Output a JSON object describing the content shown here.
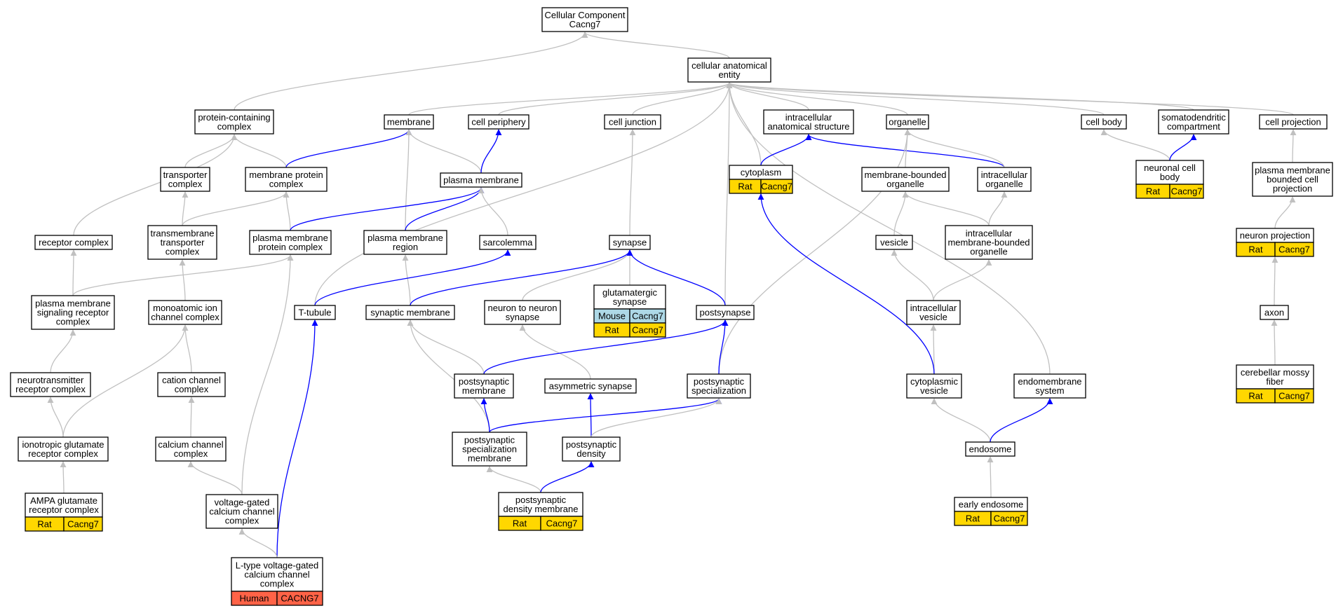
{
  "colors": {
    "edge_gray": "#c0c0c0",
    "edge_blue": "#0000ff",
    "rat": "#ffd700",
    "mouse": "#add8e6",
    "human": "#ff6347"
  },
  "nodes": [
    {
      "id": "root",
      "lines": [
        "Cellular Component",
        "Cacng7"
      ]
    },
    {
      "id": "cae",
      "lines": [
        "cellular anatomical",
        "entity"
      ]
    },
    {
      "id": "pcc",
      "lines": [
        "protein-containing",
        "complex"
      ]
    },
    {
      "id": "mem",
      "lines": [
        "membrane"
      ]
    },
    {
      "id": "cper",
      "lines": [
        "cell periphery"
      ]
    },
    {
      "id": "cjun",
      "lines": [
        "cell junction"
      ]
    },
    {
      "id": "ias",
      "lines": [
        "intracellular",
        "anatomical structure"
      ]
    },
    {
      "id": "org",
      "lines": [
        "organelle"
      ]
    },
    {
      "id": "cbody",
      "lines": [
        "cell body"
      ]
    },
    {
      "id": "sdc",
      "lines": [
        "somatodendritic",
        "compartment"
      ]
    },
    {
      "id": "cproj",
      "lines": [
        "cell projection"
      ]
    },
    {
      "id": "trc",
      "lines": [
        "transporter",
        "complex"
      ]
    },
    {
      "id": "mpc",
      "lines": [
        "membrane protein",
        "complex"
      ]
    },
    {
      "id": "pm",
      "lines": [
        "plasma membrane"
      ]
    },
    {
      "id": "cyto",
      "lines": [
        "cytoplasm"
      ],
      "anno": [
        {
          "sp": "Rat",
          "gene": "Cacng7",
          "color": "rat"
        }
      ]
    },
    {
      "id": "mbo",
      "lines": [
        "membrane-bounded",
        "organelle"
      ]
    },
    {
      "id": "io",
      "lines": [
        "intracellular",
        "organelle"
      ]
    },
    {
      "id": "ncb",
      "lines": [
        "neuronal cell",
        "body"
      ],
      "anno": [
        {
          "sp": "Rat",
          "gene": "Cacng7",
          "color": "rat"
        }
      ]
    },
    {
      "id": "pmbcp",
      "lines": [
        "plasma membrane",
        "bounded cell",
        "projection"
      ]
    },
    {
      "id": "recc",
      "lines": [
        "receptor complex"
      ]
    },
    {
      "id": "tmtc",
      "lines": [
        "transmembrane",
        "transporter",
        "complex"
      ]
    },
    {
      "id": "pmpc",
      "lines": [
        "plasma membrane",
        "protein complex"
      ]
    },
    {
      "id": "pmr",
      "lines": [
        "plasma membrane",
        "region"
      ]
    },
    {
      "id": "sarc",
      "lines": [
        "sarcolemma"
      ]
    },
    {
      "id": "syn",
      "lines": [
        "synapse"
      ]
    },
    {
      "id": "vesicle",
      "lines": [
        "vesicle"
      ]
    },
    {
      "id": "imbo",
      "lines": [
        "intracellular",
        "membrane-bounded",
        "organelle"
      ]
    },
    {
      "id": "np",
      "lines": [
        "neuron projection"
      ],
      "anno": [
        {
          "sp": "Rat",
          "gene": "Cacng7",
          "color": "rat"
        }
      ]
    },
    {
      "id": "pmsrc",
      "lines": [
        "plasma membrane",
        "signaling receptor",
        "complex"
      ]
    },
    {
      "id": "micc",
      "lines": [
        "monoatomic ion",
        "channel complex"
      ]
    },
    {
      "id": "ttub",
      "lines": [
        "T-tubule"
      ]
    },
    {
      "id": "synm",
      "lines": [
        "synaptic membrane"
      ]
    },
    {
      "id": "n2n",
      "lines": [
        "neuron to neuron",
        "synapse"
      ]
    },
    {
      "id": "glus",
      "lines": [
        "glutamatergic",
        "synapse"
      ],
      "anno": [
        {
          "sp": "Mouse",
          "gene": "Cacng7",
          "color": "mouse"
        },
        {
          "sp": "Rat",
          "gene": "Cacng7",
          "color": "rat"
        }
      ]
    },
    {
      "id": "posts",
      "lines": [
        "postsynapse"
      ]
    },
    {
      "id": "iv",
      "lines": [
        "intracellular",
        "vesicle"
      ]
    },
    {
      "id": "axon",
      "lines": [
        "axon"
      ]
    },
    {
      "id": "ntrc",
      "lines": [
        "neurotransmitter",
        "receptor complex"
      ]
    },
    {
      "id": "ccc",
      "lines": [
        "cation channel",
        "complex"
      ]
    },
    {
      "id": "psm",
      "lines": [
        "postsynaptic",
        "membrane"
      ]
    },
    {
      "id": "asyn",
      "lines": [
        "asymmetric synapse"
      ]
    },
    {
      "id": "pss",
      "lines": [
        "postsynaptic",
        "specialization"
      ]
    },
    {
      "id": "cv",
      "lines": [
        "cytoplasmic",
        "vesicle"
      ]
    },
    {
      "id": "ems",
      "lines": [
        "endomembrane",
        "system"
      ]
    },
    {
      "id": "cmf",
      "lines": [
        "cerebellar mossy",
        "fiber"
      ],
      "anno": [
        {
          "sp": "Rat",
          "gene": "Cacng7",
          "color": "rat"
        }
      ]
    },
    {
      "id": "igrc",
      "lines": [
        "ionotropic glutamate",
        "receptor complex"
      ]
    },
    {
      "id": "cacc",
      "lines": [
        "calcium channel",
        "complex"
      ]
    },
    {
      "id": "pssm",
      "lines": [
        "postsynaptic",
        "specialization",
        "membrane"
      ]
    },
    {
      "id": "psd",
      "lines": [
        "postsynaptic",
        "density"
      ]
    },
    {
      "id": "endo",
      "lines": [
        "endosome"
      ]
    },
    {
      "id": "ampa",
      "lines": [
        "AMPA glutamate",
        "receptor complex"
      ],
      "anno": [
        {
          "sp": "Rat",
          "gene": "Cacng7",
          "color": "rat"
        }
      ]
    },
    {
      "id": "vgcc",
      "lines": [
        "voltage-gated",
        "calcium channel",
        "complex"
      ]
    },
    {
      "id": "psdm",
      "lines": [
        "postsynaptic",
        "density membrane"
      ],
      "anno": [
        {
          "sp": "Rat",
          "gene": "Cacng7",
          "color": "rat"
        }
      ]
    },
    {
      "id": "eendo",
      "lines": [
        "early endosome"
      ],
      "anno": [
        {
          "sp": "Rat",
          "gene": "Cacng7",
          "color": "rat"
        }
      ]
    },
    {
      "id": "ltype",
      "lines": [
        "L-type voltage-gated",
        "calcium channel",
        "complex"
      ],
      "anno": [
        {
          "sp": "Human",
          "gene": "CACNG7",
          "color": "human"
        }
      ]
    }
  ],
  "edges": [
    {
      "from": "cae",
      "to": "root",
      "color": "edge_gray"
    },
    {
      "from": "pcc",
      "to": "root",
      "color": "edge_gray"
    },
    {
      "from": "mem",
      "to": "cae",
      "color": "edge_gray"
    },
    {
      "from": "cper",
      "to": "cae",
      "color": "edge_gray"
    },
    {
      "from": "cjun",
      "to": "cae",
      "color": "edge_gray"
    },
    {
      "from": "ias",
      "to": "cae",
      "color": "edge_gray"
    },
    {
      "from": "org",
      "to": "cae",
      "color": "edge_gray"
    },
    {
      "from": "cbody",
      "to": "cae",
      "color": "edge_gray"
    },
    {
      "from": "sdc",
      "to": "cae",
      "color": "edge_gray"
    },
    {
      "from": "cproj",
      "to": "cae",
      "color": "edge_gray"
    },
    {
      "from": "cyto",
      "to": "cae",
      "color": "edge_gray"
    },
    {
      "from": "posts",
      "to": "cae",
      "color": "edge_gray"
    },
    {
      "from": "ems",
      "to": "cae",
      "color": "edge_gray"
    },
    {
      "from": "ttub",
      "to": "cae",
      "color": "edge_gray"
    },
    {
      "from": "trc",
      "to": "pcc",
      "color": "edge_gray"
    },
    {
      "from": "mpc",
      "to": "pcc",
      "color": "edge_gray"
    },
    {
      "from": "recc",
      "to": "pcc",
      "color": "edge_gray"
    },
    {
      "from": "mpc",
      "to": "mem",
      "color": "edge_blue"
    },
    {
      "from": "pm",
      "to": "mem",
      "color": "edge_gray"
    },
    {
      "from": "pmr",
      "to": "mem",
      "color": "edge_gray"
    },
    {
      "from": "pm",
      "to": "cper",
      "color": "edge_blue"
    },
    {
      "from": "syn",
      "to": "cjun",
      "color": "edge_gray"
    },
    {
      "from": "cyto",
      "to": "ias",
      "color": "edge_blue"
    },
    {
      "from": "io",
      "to": "ias",
      "color": "edge_blue"
    },
    {
      "from": "mbo",
      "to": "org",
      "color": "edge_gray"
    },
    {
      "from": "io",
      "to": "org",
      "color": "edge_gray"
    },
    {
      "from": "pss",
      "to": "org",
      "color": "edge_gray"
    },
    {
      "from": "ncb",
      "to": "cbody",
      "color": "edge_gray"
    },
    {
      "from": "ncb",
      "to": "sdc",
      "color": "edge_blue"
    },
    {
      "from": "pmbcp",
      "to": "cproj",
      "color": "edge_gray"
    },
    {
      "from": "tmtc",
      "to": "trc",
      "color": "edge_gray"
    },
    {
      "from": "tmtc",
      "to": "mpc",
      "color": "edge_gray"
    },
    {
      "from": "pmpc",
      "to": "mpc",
      "color": "edge_gray"
    },
    {
      "from": "pmpc",
      "to": "pm",
      "color": "edge_blue"
    },
    {
      "from": "pmr",
      "to": "pm",
      "color": "edge_blue"
    },
    {
      "from": "sarc",
      "to": "pm",
      "color": "edge_gray"
    },
    {
      "from": "imbo",
      "to": "mbo",
      "color": "edge_gray"
    },
    {
      "from": "vesicle",
      "to": "mbo",
      "color": "edge_gray"
    },
    {
      "from": "imbo",
      "to": "io",
      "color": "edge_gray"
    },
    {
      "from": "np",
      "to": "pmbcp",
      "color": "edge_gray"
    },
    {
      "from": "pmsrc",
      "to": "recc",
      "color": "edge_gray"
    },
    {
      "from": "micc",
      "to": "tmtc",
      "color": "edge_gray"
    },
    {
      "from": "pmsrc",
      "to": "pmpc",
      "color": "edge_gray"
    },
    {
      "from": "vgcc",
      "to": "pmpc",
      "color": "edge_gray"
    },
    {
      "from": "synm",
      "to": "pmr",
      "color": "edge_gray"
    },
    {
      "from": "ttub",
      "to": "sarc",
      "color": "edge_blue"
    },
    {
      "from": "synm",
      "to": "syn",
      "color": "edge_blue"
    },
    {
      "from": "n2n",
      "to": "syn",
      "color": "edge_gray"
    },
    {
      "from": "glus",
      "to": "syn",
      "color": "edge_gray"
    },
    {
      "from": "posts",
      "to": "syn",
      "color": "edge_blue"
    },
    {
      "from": "iv",
      "to": "vesicle",
      "color": "edge_gray"
    },
    {
      "from": "iv",
      "to": "imbo",
      "color": "edge_gray"
    },
    {
      "from": "axon",
      "to": "np",
      "color": "edge_gray"
    },
    {
      "from": "ntrc",
      "to": "pmsrc",
      "color": "edge_gray"
    },
    {
      "from": "igrc",
      "to": "micc",
      "color": "edge_gray"
    },
    {
      "from": "ccc",
      "to": "micc",
      "color": "edge_gray"
    },
    {
      "from": "ltype",
      "to": "ttub",
      "color": "edge_blue"
    },
    {
      "from": "psm",
      "to": "synm",
      "color": "edge_gray"
    },
    {
      "from": "pssm",
      "to": "synm",
      "color": "edge_gray"
    },
    {
      "from": "asyn",
      "to": "n2n",
      "color": "edge_gray"
    },
    {
      "from": "psm",
      "to": "posts",
      "color": "edge_blue"
    },
    {
      "from": "pss",
      "to": "posts",
      "color": "edge_blue"
    },
    {
      "from": "cv",
      "to": "iv",
      "color": "edge_gray"
    },
    {
      "from": "cv",
      "to": "cyto",
      "color": "edge_blue"
    },
    {
      "from": "cmf",
      "to": "axon",
      "color": "edge_gray"
    },
    {
      "from": "igrc",
      "to": "ntrc",
      "color": "edge_gray"
    },
    {
      "from": "cacc",
      "to": "ccc",
      "color": "edge_gray"
    },
    {
      "from": "pssm",
      "to": "psm",
      "color": "edge_blue"
    },
    {
      "from": "psd",
      "to": "asyn",
      "color": "edge_blue"
    },
    {
      "from": "pssm",
      "to": "pss",
      "color": "edge_blue"
    },
    {
      "from": "psd",
      "to": "pss",
      "color": "edge_gray"
    },
    {
      "from": "endo",
      "to": "cv",
      "color": "edge_gray"
    },
    {
      "from": "endo",
      "to": "ems",
      "color": "edge_blue"
    },
    {
      "from": "ampa",
      "to": "igrc",
      "color": "edge_gray"
    },
    {
      "from": "vgcc",
      "to": "cacc",
      "color": "edge_gray"
    },
    {
      "from": "psdm",
      "to": "pssm",
      "color": "edge_gray"
    },
    {
      "from": "psdm",
      "to": "psd",
      "color": "edge_blue"
    },
    {
      "from": "eendo",
      "to": "endo",
      "color": "edge_gray"
    },
    {
      "from": "ltype",
      "to": "vgcc",
      "color": "edge_gray"
    }
  ]
}
